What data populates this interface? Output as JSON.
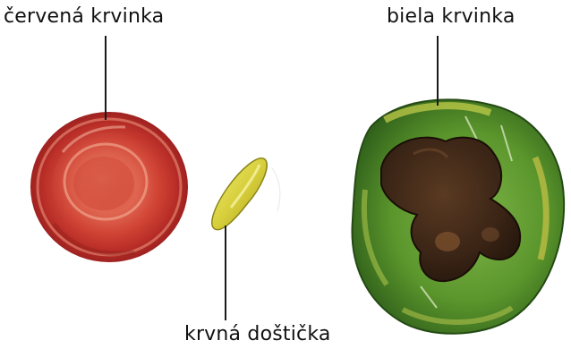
{
  "diagram": {
    "labels": {
      "red_cell": "červená krvinka",
      "white_cell": "biela krvinka",
      "platelet": "krvná doštička"
    },
    "colors": {
      "label_text": "#111111",
      "leader_line": "#1a1a1a",
      "red_cell_rim": "#b8302a",
      "red_cell_center": "#e2664f",
      "platelet": "#d9d24a",
      "white_cell_cytoplasm": "#5e9a2e",
      "white_cell_nucleus": "#3a2416"
    },
    "icons": {
      "red_cell": "red-blood-cell-illustration",
      "platelet": "platelet-illustration",
      "white_cell": "white-blood-cell-illustration"
    }
  }
}
